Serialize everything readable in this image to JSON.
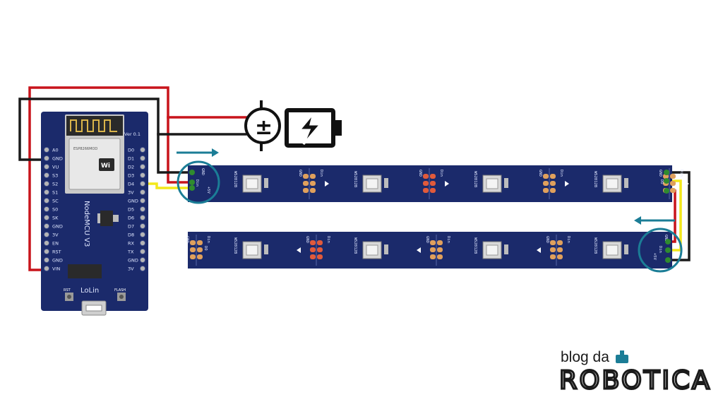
{
  "board": {
    "name": "NodeMCU V3",
    "maker": "LoLin",
    "version": "Ver 0.1",
    "module_label": "ESP8266MOD",
    "button_rst": "RST",
    "button_flash": "FLASH",
    "pins_left": [
      "A0",
      "GND",
      "VU",
      "S3",
      "S2",
      "S1",
      "SC",
      "S0",
      "SK",
      "GND",
      "3V",
      "EN",
      "RST",
      "GND",
      "VIN"
    ],
    "pins_right": [
      "D0",
      "D1",
      "D2",
      "D3",
      "D4",
      "3V",
      "GND",
      "D5",
      "D6",
      "D7",
      "D8",
      "RX",
      "TX",
      "GND",
      "3V"
    ]
  },
  "strip": {
    "led_label": "WS2812B",
    "pad_gnd": "GND",
    "pad_din": "Din",
    "pad_do": "DO",
    "pad_5v": "+5V"
  },
  "power": {
    "symbol_text": "±"
  },
  "brand": {
    "line1": "blog da",
    "line2": "ROBOTICA"
  },
  "colors": {
    "pcb_blue": "#1b2a6b",
    "wire_red": "#c8141b",
    "wire_black": "#1a1a1a",
    "wire_yellow": "#f3e81a",
    "wire_green": "#2f8b2f",
    "arrow_teal": "#1b7d96",
    "pad_copper": "#e0a05c",
    "pad_red": "#e15a3b"
  },
  "icons": [
    "power-supply-icon",
    "battery-charging-icon",
    "direction-arrow-icon",
    "robot-head-icon"
  ]
}
